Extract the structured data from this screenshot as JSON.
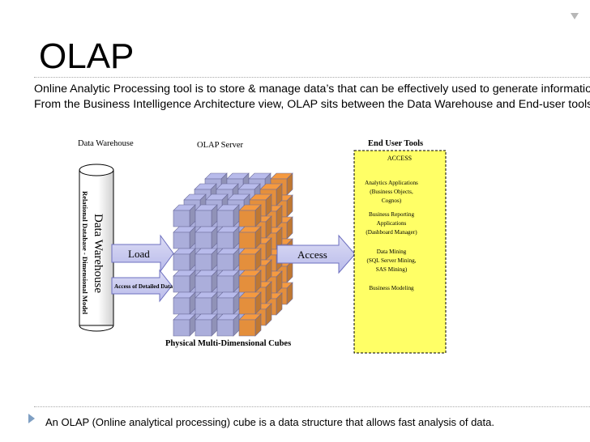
{
  "slide": {
    "title": "OLAP",
    "intro_lines": [
      "Online Analytic Processing tool is to store & manage data’s that can be effectively used to generate informatio",
      "From the Business Intelligence Architecture view, OLAP sits between the Data Warehouse and End-user tools"
    ],
    "bullet": "An OLAP (Online analytical processing) cube is a data structure that allows fast analysis of data."
  },
  "diagram": {
    "data_warehouse_heading": "Data Warehouse",
    "olap_server_heading": "OLAP Server",
    "end_user_tools_heading": "End User Tools",
    "cylinder_title": "Data Warehouse",
    "cylinder_subtitle": "Relational Database - Dimensional Model",
    "load_label": "Load",
    "detailed_access_label": "Access of Detailed Data",
    "access_label": "Access",
    "cube_caption": "Physical Multi-Dimensional Cubes",
    "tools": {
      "access": "ACCESS",
      "analytics": [
        "Analytics Applications",
        "(Business Objects,",
        "Cognos)"
      ],
      "reporting": [
        "Business Reporting",
        "Applications",
        "(Dashboard Manager)"
      ],
      "mining": [
        "Data Mining",
        "(SQL Server Mining,",
        "SAS Mining)"
      ],
      "modeling": "Business Modeling"
    }
  },
  "colors": {
    "cube_blue": "#b8bbeb",
    "cube_orange": "#f59a40",
    "arrow_fill": "#c8c9ee",
    "tools_box": "#ffff66",
    "bullet": "#7f9fc3"
  }
}
